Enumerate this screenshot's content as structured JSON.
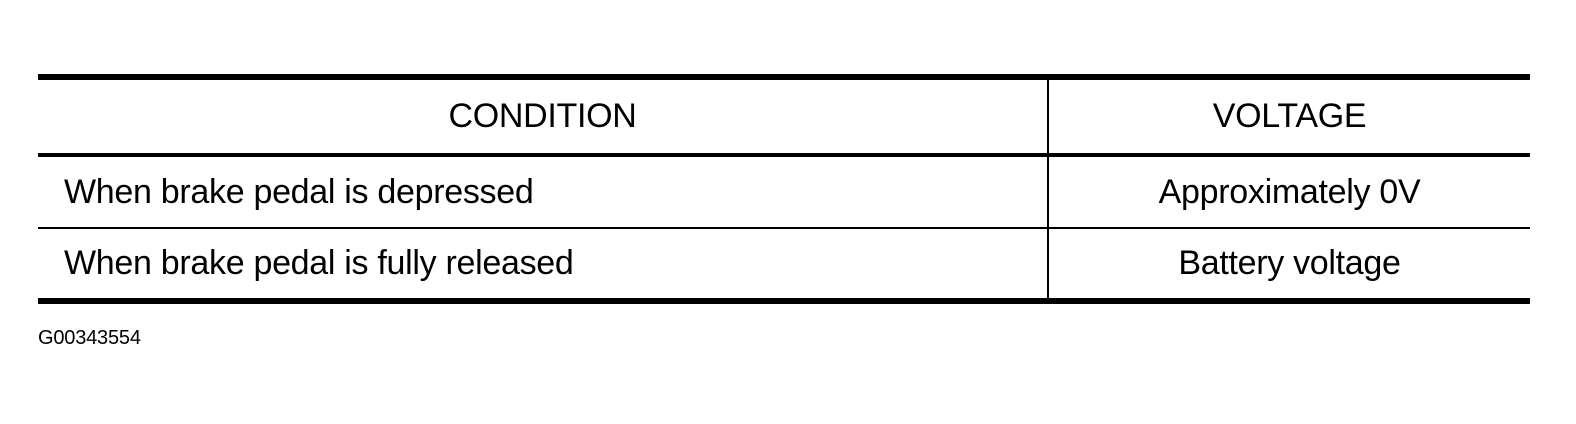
{
  "table": {
    "headers": {
      "condition": "CONDITION",
      "voltage": "VOLTAGE"
    },
    "rows": [
      {
        "condition": "When brake pedal is depressed",
        "voltage": "Approximately 0V"
      },
      {
        "condition": "When brake pedal is fully released",
        "voltage": "Battery voltage"
      }
    ]
  },
  "figure_id": "G00343554"
}
